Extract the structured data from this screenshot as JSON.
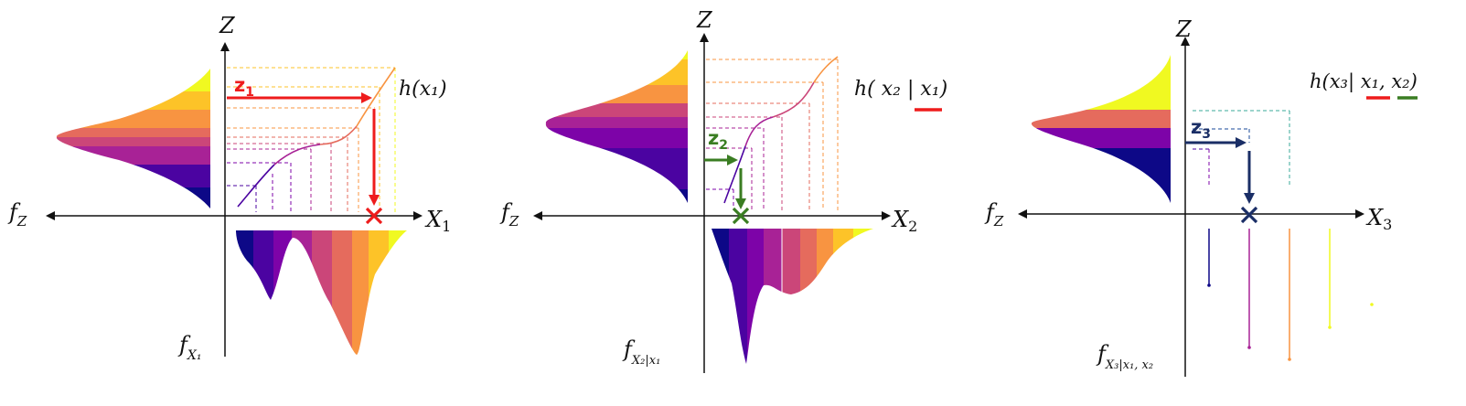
{
  "panels": [
    {
      "id": "p1",
      "axis_z": "Z",
      "axis_x": "X",
      "axis_x_sub": "1",
      "axis_fz": "f",
      "axis_fz_sub": "Z",
      "axis_fx": "f",
      "axis_fx_sub": "X₁",
      "func_label": "h(x₁)",
      "z_label": "z",
      "z_sub": "1"
    },
    {
      "id": "p2",
      "axis_z": "Z",
      "axis_x": "X",
      "axis_x_sub": "2",
      "axis_fz": "f",
      "axis_fz_sub": "Z",
      "axis_fx": "f",
      "axis_fx_sub": "X₂|x₁",
      "func_label": "h( x₂ | x₁)",
      "z_label": "z",
      "z_sub": "2"
    },
    {
      "id": "p3",
      "axis_z": "Z",
      "axis_x": "X",
      "axis_x_sub": "3",
      "axis_fz": "f",
      "axis_fz_sub": "Z",
      "axis_fx": "f",
      "axis_fx_sub": "X₃|x₁, x₂",
      "func_label": "h(x₃| x₁, x₂)",
      "z_label": "z",
      "z_sub": "3"
    }
  ],
  "colors": {
    "z1_arrow": "#ee1c1c",
    "z2_arrow": "#3a7d22",
    "z3_arrow": "#1a2e66",
    "palette": [
      "#0d0887",
      "#4b03a1",
      "#7d03a8",
      "#a82296",
      "#cb4679",
      "#e56b5d",
      "#f89441",
      "#fdc328",
      "#f0f921"
    ]
  }
}
